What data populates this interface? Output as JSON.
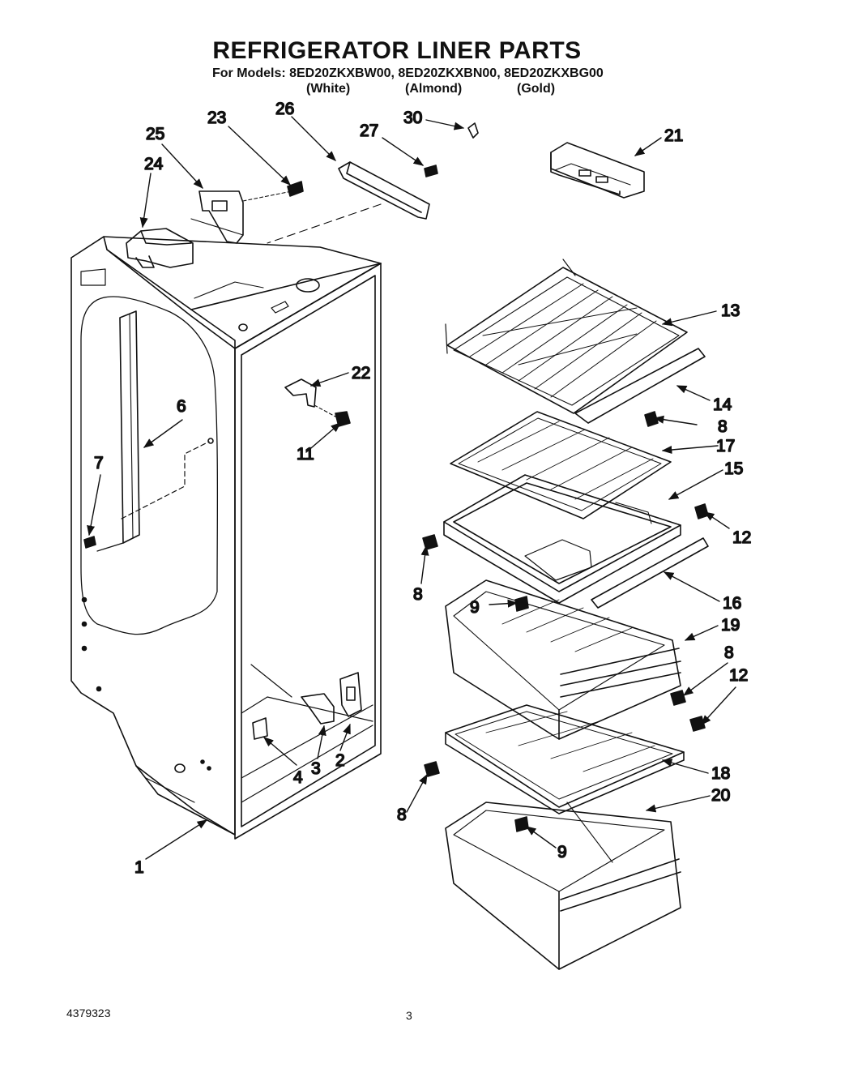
{
  "header": {
    "title": "REFRIGERATOR LINER PARTS",
    "models": "For Models: 8ED20ZKXBW00, 8ED20ZKXBN00, 8ED20ZKXBG00",
    "colors": [
      "(White)",
      "(Almond)",
      "(Gold)"
    ]
  },
  "callouts": [
    "1",
    "2",
    "3",
    "4",
    "6",
    "7",
    "8",
    "8",
    "8",
    "8",
    "9",
    "9",
    "11",
    "12",
    "12",
    "13",
    "14",
    "15",
    "16",
    "17",
    "18",
    "19",
    "20",
    "21",
    "22",
    "23",
    "24",
    "25",
    "26",
    "27",
    "30"
  ],
  "footer": {
    "doc_number": "4379323",
    "page_number": "3"
  }
}
